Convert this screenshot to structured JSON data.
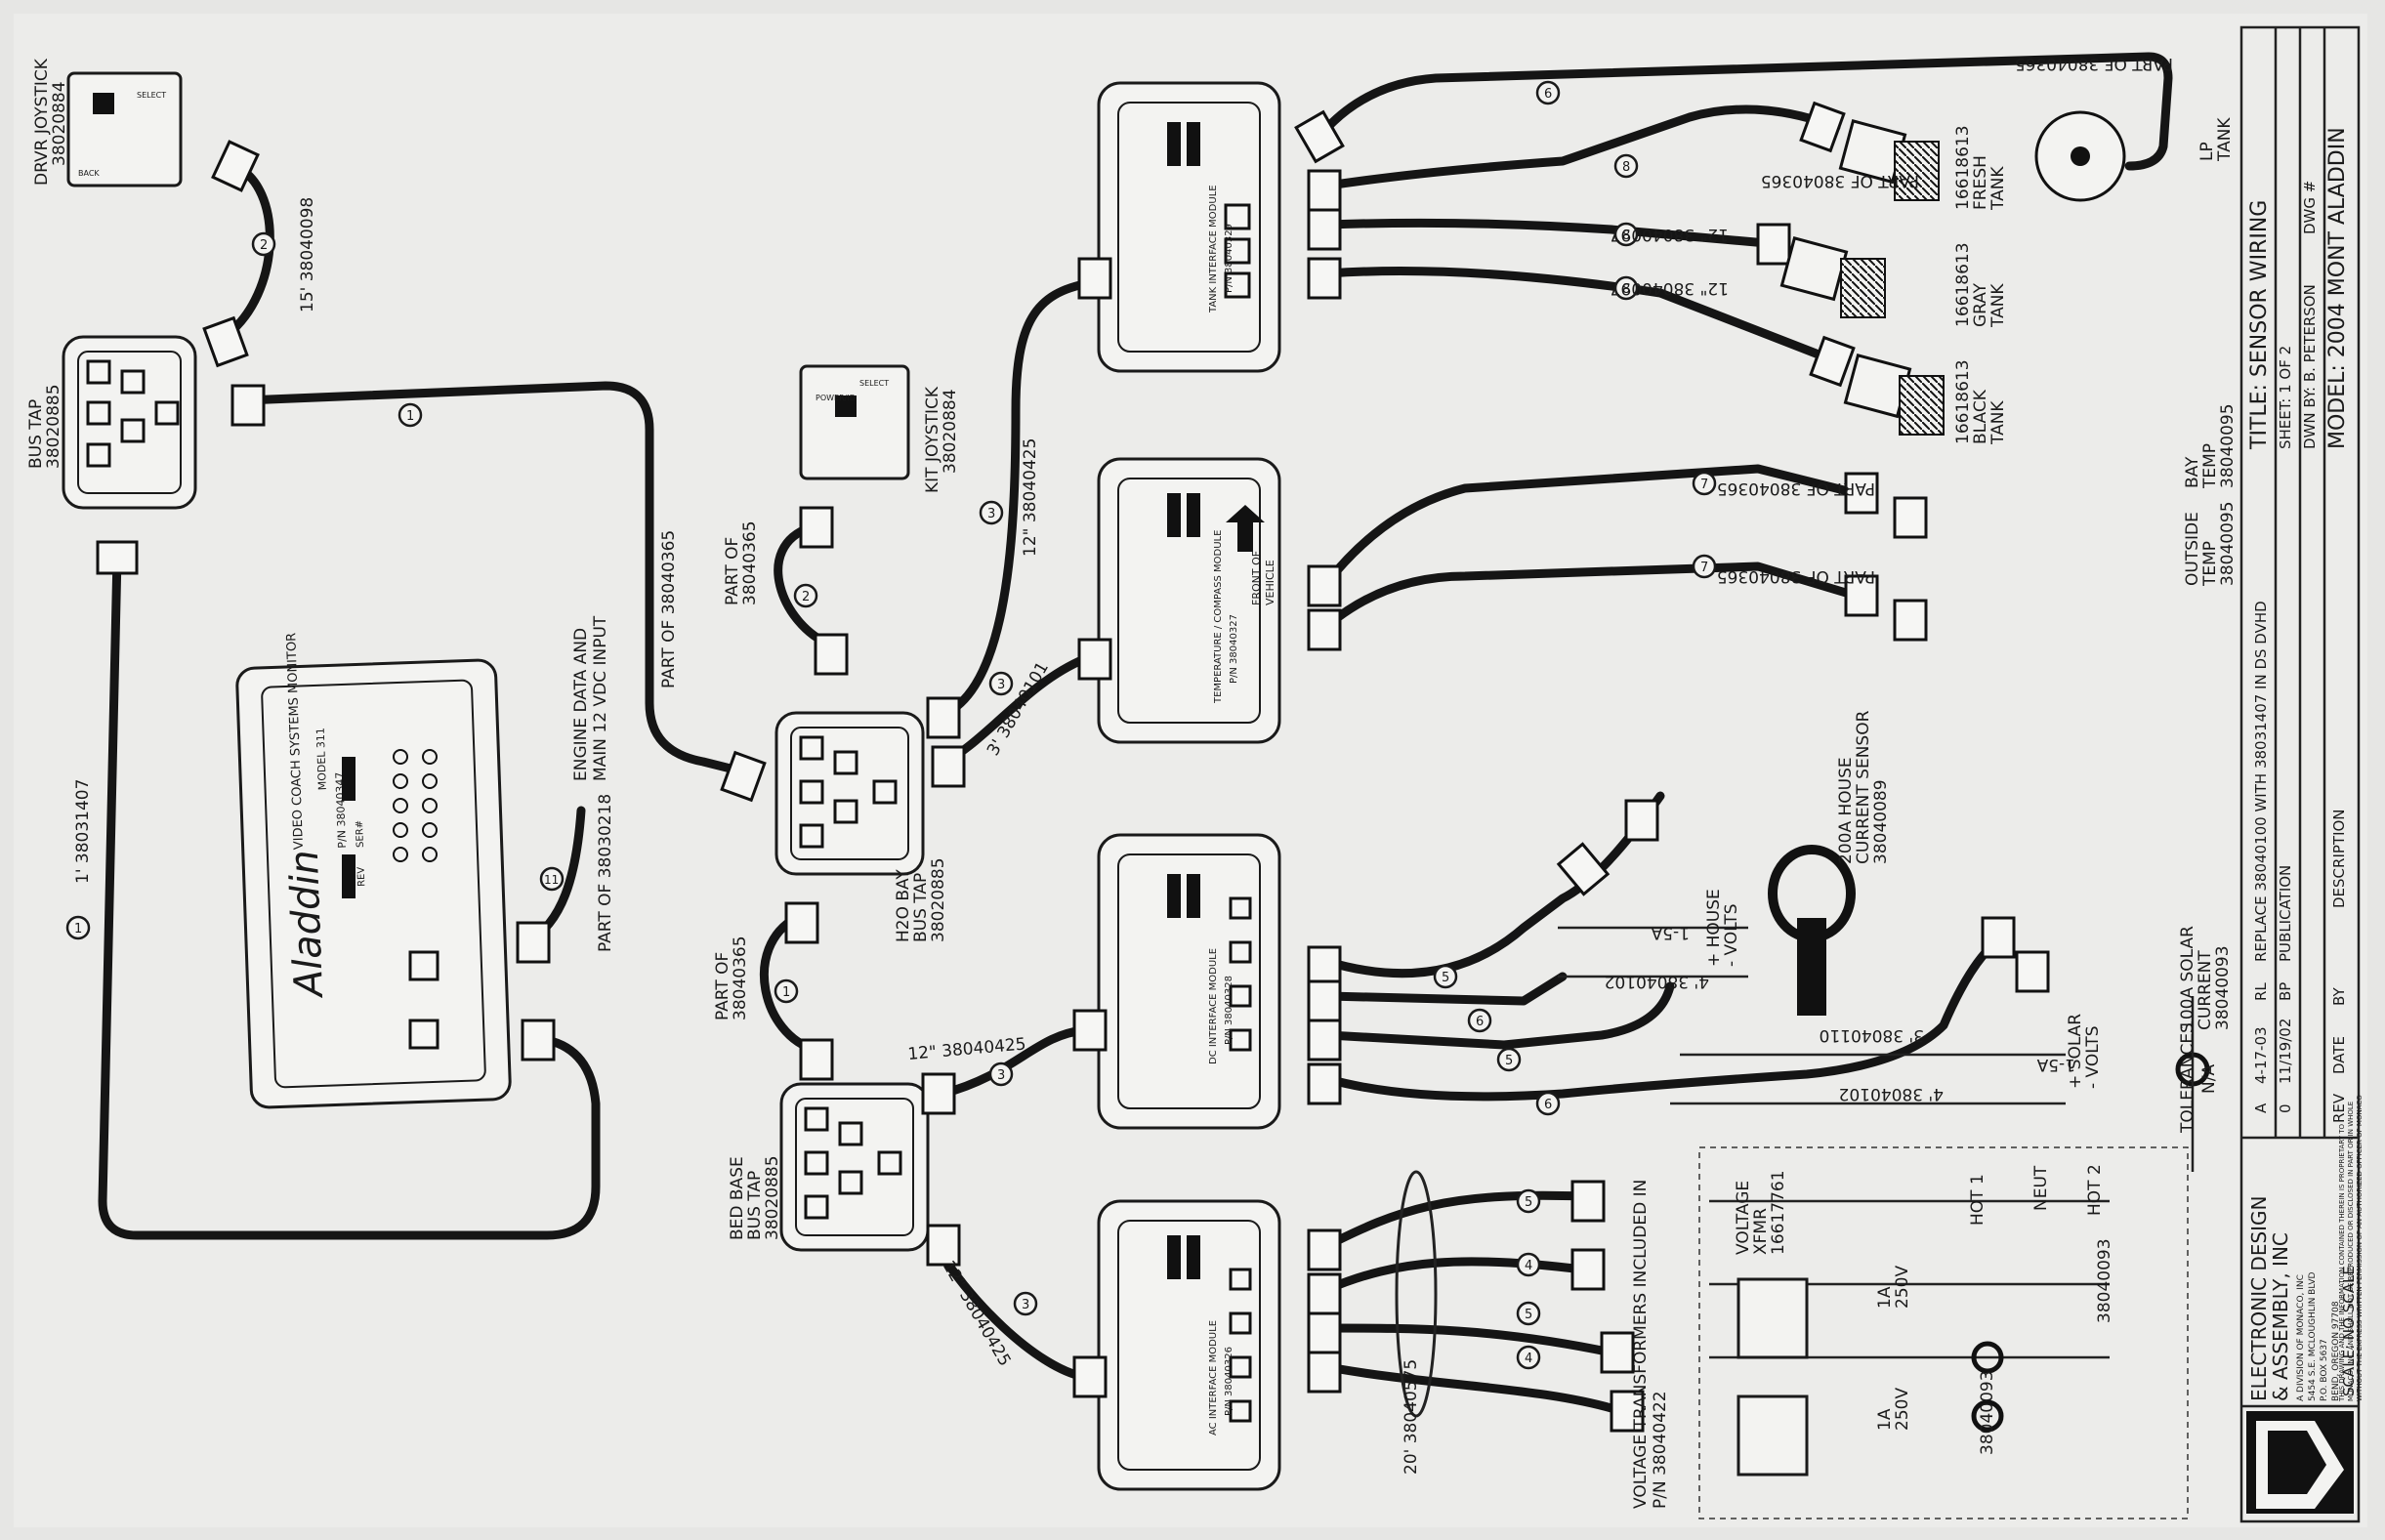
{
  "diagram": {
    "monitor": {
      "brand": "Aladdin",
      "title": "VIDEO COACH SYSTEMS MONITOR",
      "model": "MODEL 311",
      "pn": "P/N 38040347",
      "rev": "REV",
      "ser": "SER#"
    },
    "labels": {
      "drvr_joystick": "DRVR JOYSTICK",
      "drvr_joystick_pn": "38020884",
      "bus_tap": "BUS TAP",
      "bus_tap_pn": "38020885",
      "kit_joystick": "KIT JOYSTICK",
      "kit_joystick_pn": "38020884",
      "h2o_bay_bus_tap": "H2O BAY",
      "h2o_bay_bus_tap_2": "BUS TAP",
      "h2o_bay_bus_tap_pn": "38020885",
      "bed_base_bus_tap": "BED BASE",
      "bed_base_bus_tap_2": "BUS TAP",
      "bed_base_bus_tap_pn": "38020885",
      "engine_data": "ENGINE DATA AND",
      "engine_data_2": "MAIN 12 VDC INPUT",
      "part_of_38030218": "PART OF 38030218",
      "cable_15ft": "15' 38040098",
      "cable_1ft": "1' 38031407",
      "part_of_38040365": "PART OF 38040365",
      "part_of": "PART OF",
      "part_of_pn": "38040365",
      "cable_12in_a": "12\" 38040425",
      "cable_3ft_a": "3' 38040101",
      "cable_12in_b": "12\" 38040425",
      "cable_12in_c": "12\" 38040425",
      "cable_20ft": "20' 38040575",
      "cable_4ft_a": "4' 38040102",
      "cable_3ft_b": "3' 38040110",
      "cable_4ft_b": "4' 38040102",
      "cable_12in_tank_a": "12\" 38040097",
      "cable_12in_tank_b": "12\" 38040097",
      "part_of_38040365_a": "PART OF 38040365",
      "part_of_38040365_b": "PART OF 38040365",
      "part_of_38040365_c": "PART OF 38040365",
      "part_of_38040365_d": "PART OF 38040365",
      "fresh_tank": "16618613",
      "fresh_tank_2": "FRESH",
      "fresh_tank_3": "TANK",
      "gray_tank": "16618613",
      "gray_tank_2": "GRAY",
      "gray_tank_3": "TANK",
      "black_tank": "16618613",
      "black_tank_2": "BLACK",
      "black_tank_3": "TANK",
      "lp_tank": "LP",
      "lp_tank_2": "TANK",
      "bay_temp": "BAY",
      "bay_temp_2": "TEMP",
      "bay_temp_pn": "38040095",
      "outside_temp": "OUTSIDE",
      "outside_temp_2": "TEMP",
      "outside_temp_pn": "38040095",
      "house_current": "200A HOUSE",
      "house_current_2": "CURRENT SENSOR",
      "house_current_pn": "38040089",
      "house_volts": "+ HOUSE",
      "house_volts_2": "- VOLTS",
      "solar_current": "100A SOLAR",
      "solar_current_2": "CURRENT",
      "solar_current_pn": "38040093",
      "solar_volts": "+ SOLAR",
      "solar_volts_2": "- VOLTS",
      "fuse_1_5a_a": "1-5A",
      "fuse_1_5a_b": "1-5A",
      "voltage_xfmr": "VOLTAGE",
      "voltage_xfmr_2": "XFMR",
      "voltage_xfmr_pn": "16617761",
      "fuse_1a_a": "1A",
      "fuse_1a_a_2": "250V",
      "fuse_1a_b": "1A",
      "fuse_1a_b_2": "250V",
      "hot1": "HOT 1",
      "neut": "NEUT",
      "hot2": "HOT 2",
      "ct_a": "38040093",
      "ct_b": "38040093",
      "vt_note": "VOLTAGE TRANSFORMERS INCLUDED IN",
      "vt_note_2": "P/N 38040422",
      "tolerances": "TOLERANCES",
      "tolerances_value": "N/A"
    },
    "modules": {
      "tank": "TANK INTERFACE MODULE",
      "temp": "TEMPERATURE / COMPASS MODULE",
      "dc": "DC INTERFACE MODULE",
      "ac": "AC INTERFACE MODULE",
      "front": "FRONT OF",
      "front_2": "VEHICLE",
      "pn_tank": "P/N 38040329",
      "pn_temp": "P/N 38040327",
      "pn_dc": "P/N 38040328",
      "pn_ac": "P/N 38040326"
    },
    "joystick_buttons": {
      "power": "POWER/ID",
      "select": "SELECT",
      "back": "BACK"
    },
    "cable_numbers": [
      "1",
      "2",
      "3",
      "4",
      "5",
      "6",
      "7",
      "8",
      "11"
    ],
    "title_block": {
      "company": "ELECTRONIC DESIGN",
      "company_2": "& ASSEMBLY, INC",
      "division": "A DIVISION OF MONACO, INC",
      "address": "5454 S.E. MCLOUGHLIN BLVD",
      "address_2": "P.O. BOX 5637",
      "city": "BEND, OREGON 97708",
      "disclaimer": "THIS DRAWING AND THE INFORMATION CONTAINED THEREIN IS PROPRIETARY TO",
      "disclaimer_2": "MONACO, INC. AND SHALL NOT BE REPRODUCED OR DISCLOSED IN PART OR IN WHOLE",
      "disclaimer_3": "WITHOUT THE EXPRESS WRITTEN PERMISSION OF AN AUTHORIZED OFFICER OF MONACO",
      "title": "TITLE: SENSOR WIRING",
      "sheet": "SHEET: 1 OF 2",
      "dwn": "DWN BY: B. PETERSON",
      "dwg": "DWG #",
      "model": "MODEL: 2004 MONT ALADDIN",
      "rev_a": "A",
      "rev_a_date": "4-17-03",
      "rev_a_by": "RL",
      "rev_a_desc": "REPLACE 38040100 WITH 38031407 IN DS DVHD",
      "rev_0": "0",
      "rev_0_date": "11/19/02",
      "rev_0_by": "BP",
      "rev_0_desc": "PUBLICATION",
      "col_rev": "REV",
      "col_date": "DATE",
      "col_by": "BY",
      "col_desc": "DESCRIPTION",
      "scale": "SCALE: NO SCALE"
    }
  }
}
